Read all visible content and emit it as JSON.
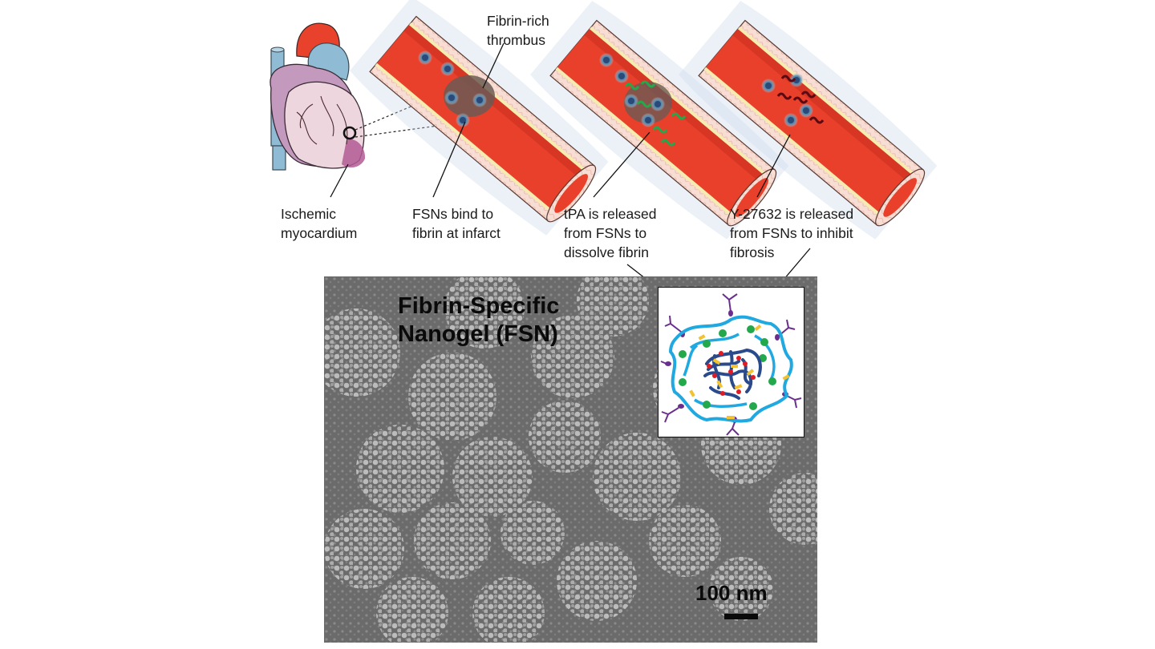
{
  "figure": {
    "top_panel": {
      "labels": {
        "heart": "Ischemic\nmyocardium",
        "thrombus": "Fibrin-rich\nthrombus",
        "step1": "FSNs bind to\nfibrin at infarct",
        "step2": "tPA is released\nfrom FSNs to\ndissolve fibrin",
        "step3": "Y-27632 is released\nfrom FSNs to inhibit\nfibrosis"
      }
    },
    "micrograph": {
      "title": "Fibrin-Specific\nNanogel (FSN)",
      "scale_bar_label": "100 nm"
    },
    "colors": {
      "blood": "#e8402a",
      "vessel_wall": "#f6d9cf",
      "heart_pink": "#eed6de",
      "heart_purple": "#b58aaa",
      "aorta_red": "#e9422c",
      "vein_blue": "#8fbcd4",
      "shell_cyan": "#1fa9e0",
      "core_navy": "#2a4a8c",
      "tpa_green": "#23a84b",
      "drug_red": "#e01b24",
      "crosslink_yellow": "#f2c230",
      "ligand_purple": "#6a2f8c",
      "sem_gray": "#6e6e6e"
    }
  }
}
